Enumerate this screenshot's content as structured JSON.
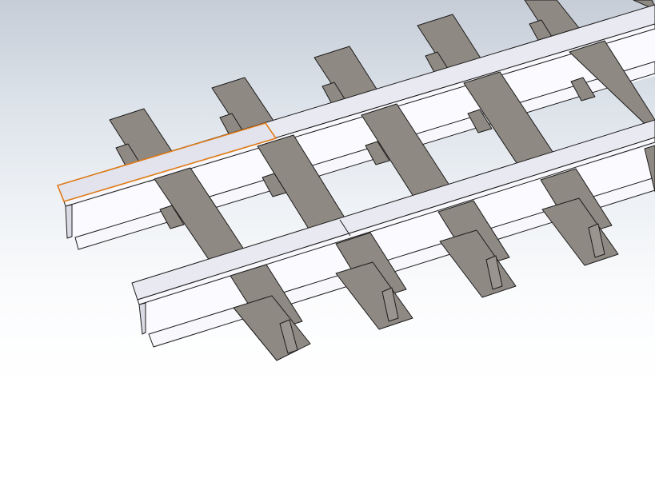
{
  "viewport": {
    "background_top": "#c6cdd7",
    "background_bottom": "#ffffff"
  },
  "model": {
    "description_colors": {
      "joist": "#8f8983",
      "beam": "#f2f2f8",
      "selection_highlight": "#e07b18"
    },
    "beams": 2,
    "joists": 12,
    "selected_segment": "beam-1-left-segment"
  }
}
